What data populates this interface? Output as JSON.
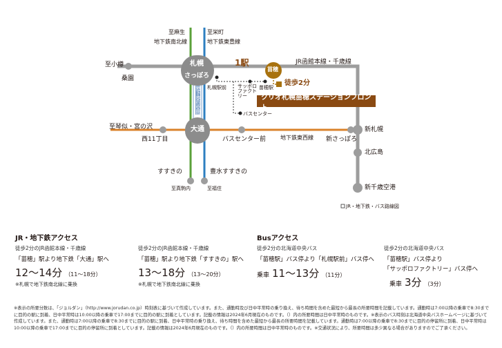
{
  "map": {
    "stations": {
      "shiseimachi_north1": "至麻生",
      "shiseimachi_north2": "至栄町",
      "namboku_line": "地下鉄南北線",
      "toho_line": "地下鉄東豊線",
      "otaru": "至小樽",
      "kuwazono": "桑園",
      "sapporo_kanji": "札幌",
      "sapporo_kana": "さっぽろ",
      "one_station": "1駅",
      "naebo": "苗穂",
      "hakodate_line": "JR函館本線・千歳線",
      "walk_map": "徒歩2分",
      "property_name": "クリオ札幌苗穂ステーションフロント",
      "sapporo_eki_mae": "札幌駅前",
      "sapporo_factory": "サッポロファクトリー",
      "naebo_eki": "苗穂駅",
      "bus_center_label": "バスセンター",
      "chikaho": "地下歩行空間",
      "kotoni": "至琴似・宮の沢",
      "nishi11": "西11丁目",
      "odori": "大通",
      "bus_center_mae": "バスセンター前",
      "shin_sapporo_sub": "新さっぽろ",
      "shin_sapporo_jr": "新札幌",
      "tozai_line": "地下鉄東西線",
      "kitahiroshima": "北広島",
      "susukino": "すすきの",
      "hosui_susukino": "豊水すすきの",
      "makomanai": "至真駒内",
      "fukuzumi": "至福住",
      "new_chitose": "新千歳空港",
      "legend": "JR・地下鉄・バス路線図"
    },
    "colors": {
      "jr": "#9d9d9d",
      "namboku": "#5aa03a",
      "toho": "#2e7fc1",
      "tozai": "#d9822b",
      "brown": "#8a4a12",
      "gold": "#a8720f"
    }
  },
  "rail_access": {
    "title": "JR・地下鉄アクセス",
    "route1": {
      "line1": "徒歩2分のJR函館本線・千歳線",
      "line2": "「苗穂」駅より地下鉄「大通」駅へ",
      "time": "12〜14分",
      "detail": "（11〜18分）",
      "note": "※札幌で地下鉄南北線に乗換"
    },
    "route2": {
      "line1": "徒歩2分のJR函館本線・千歳線",
      "line2": "「苗穂」駅より地下鉄「すすきの」駅へ",
      "time": "13〜18分",
      "detail": "（13〜20分）",
      "note": "※札幌で地下鉄南北線に乗換"
    }
  },
  "bus_access": {
    "title": "Busアクセス",
    "route1": {
      "line1": "徒歩2分の北海道中央バス",
      "line2": "「苗穂駅」バス停より「札幌駅前」バス停へ",
      "prefix": "乗車",
      "time": "11〜13分",
      "detail": "（11分）"
    },
    "route2": {
      "line1": "徒歩2分の北海道中央バス",
      "line2": "「苗穂駅」バス停より",
      "line3": "「サッポロファクトリー」バス停へ",
      "prefix": "乗車",
      "time": "3分",
      "detail": "（3分）"
    }
  },
  "footnote": "※表示の所要分数は、「ジョルダン」（http://www.jorudan.co.jp）時刻表に基づいて作成しています。また、通勤時及び日中平常時の乗り換え、待ち時間を含めた最短から最長の所要時間を記載しています。通勤時は7:00以降の乗車で8:30までに目的の駅に到着、日中平常時は10:00以降の乗車で17:00までに目的の駅に到着としています。記載の情報は2024年6月現在のものです。（）内の所要時間は日中平常時のものです。※表示のバス時刻は北海道中央バスホームページに基づいて作成しています。また、通勤時は7:00以降の乗車で8:30までに目的の駅に到着、日中平常時の乗り換え、待ち時間を含めた最短から最長の所要時間を記載しています。通勤時は7:00以降の乗車で8:30までに目的の停留所に到着、日中平常時は10:00以降の乗車で17:00までに目的の停留所に到着としています。記載の情報は2024年6月現在のものです。（）内の所要時間は日中平常時のものです。※交通状況により、所要時間は多少異なる場合がありますのでご了承ください。"
}
